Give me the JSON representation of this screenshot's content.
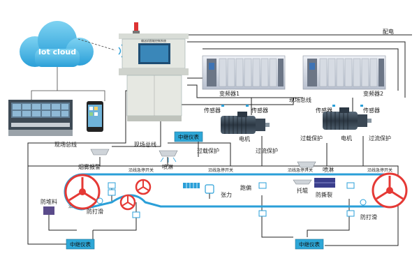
{
  "cloud": {
    "label": "Iot cloud"
  },
  "cabinet": {
    "title": "输送机智能控制系统"
  },
  "top": {
    "power": "配电"
  },
  "vfd": {
    "v1": "变频器1",
    "v2": "变频器2"
  },
  "bus": {
    "site_bus_mid": "现场总线",
    "site_bus_left": "现场总线",
    "site_bus_left2": "现场总线"
  },
  "sensors": {
    "s1": "传感器",
    "s2": "传感器",
    "s3": "传感器",
    "s4": "传感器"
  },
  "motor": {
    "m1": "电机",
    "m2": "电机"
  },
  "protect": {
    "overload1": "过载保护",
    "overcurrent1": "过流保护",
    "overload2": "过载保护",
    "overcurrent2": "过流保护"
  },
  "relay": {
    "r_top": "中继仪表",
    "r_bl": "中继仪表",
    "r_br": "中继仪表"
  },
  "field": {
    "smoke": "烟雾报警",
    "spray1": "喷淋",
    "spray2": "喷淋",
    "roller": "托辊",
    "tear": "防撕裂",
    "tension": "张力",
    "deviation": "跑偏",
    "pile": "防堆料",
    "slip1": "防打滑",
    "slip2": "防打滑",
    "stop1": "沿线急停开关",
    "stop2": "沿线急停开关",
    "stop3": "沿线急停开关",
    "stop4": "沿线急停开关",
    "stop5": "沿线急停开关"
  }
}
